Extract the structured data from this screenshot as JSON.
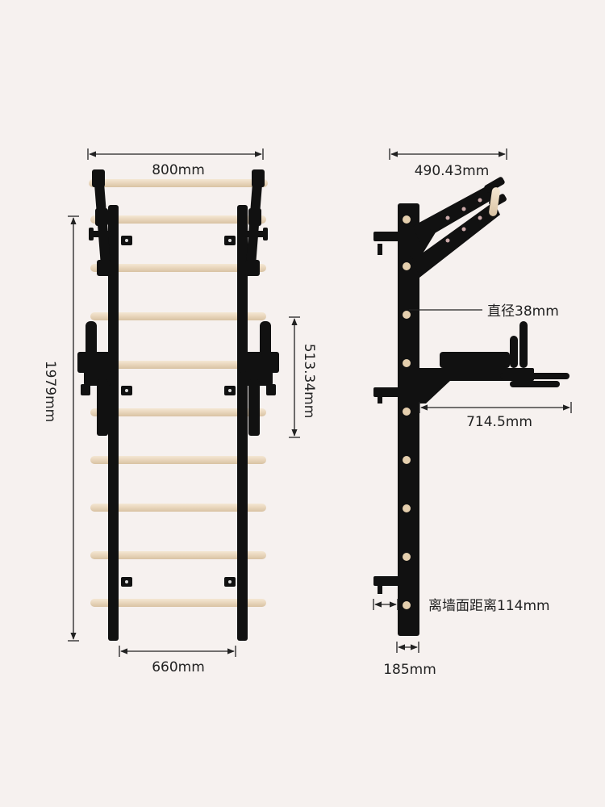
{
  "labels": {
    "top_width": "800mm",
    "height": "1979mm",
    "bottom_width": "660mm",
    "bracket_height": "513.34mm",
    "side_depth": "490.43mm",
    "diameter": "直径38mm",
    "dip_depth": "714.5mm",
    "wall_distance": "离墙面距离114mm",
    "post_depth": "185mm"
  },
  "colors": {
    "background": "#f6f1ef",
    "frame": "#111111",
    "wood": "#ead9c1",
    "dimension_line": "#222222"
  }
}
